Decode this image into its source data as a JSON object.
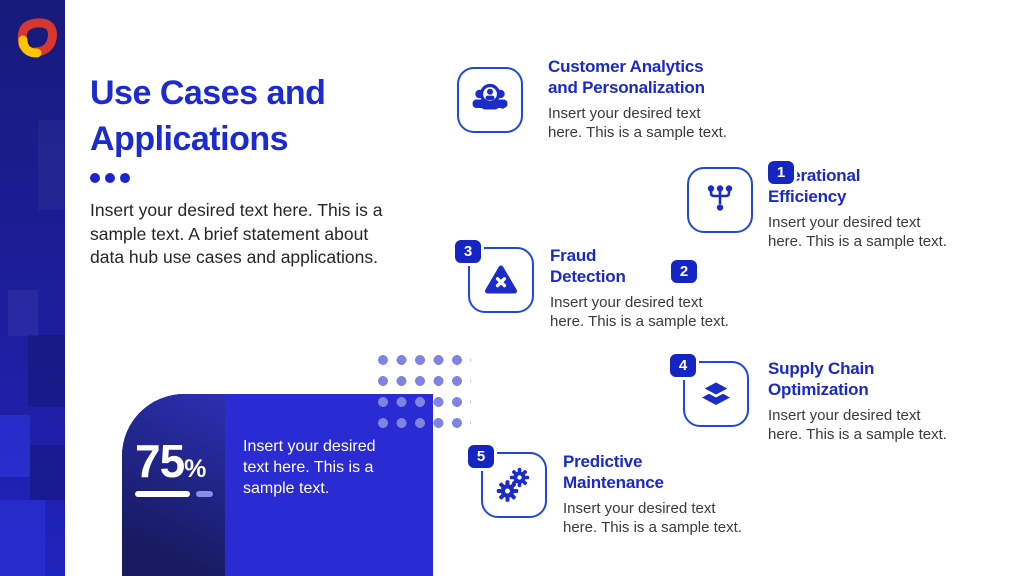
{
  "slide": {
    "header": {
      "title": "Use Cases and\nApplications",
      "intro": "Insert your desired text here. This is a\nsample text. A brief statement about\ndata hub use cases and applications."
    },
    "stat_card": {
      "value": "75",
      "unit": "%",
      "text": "Insert your desired\ntext here. This is a\nsample text."
    },
    "use_cases": [
      {
        "number": "1",
        "title": "Customer Analytics\nand Personalization",
        "description": "Insert your desired text\nhere. This is a sample text.",
        "icon": "customer-analytics-icon"
      },
      {
        "number": "2",
        "title": "Operational\nEfficiency",
        "description": "Insert your desired text\nhere. This is a sample text.",
        "icon": "org-hierarchy-icon"
      },
      {
        "number": "3",
        "title": "Fraud\nDetection",
        "description": "Insert your desired text\nhere. This is a sample text.",
        "icon": "warning-triangle-icon"
      },
      {
        "number": "4",
        "title": "Supply Chain\nOptimization",
        "description": "Insert your desired text\nhere. This is a sample text.",
        "icon": "layers-icon"
      },
      {
        "number": "5",
        "title": "Predictive\nMaintenance",
        "description": "Insert your desired text\nhere. This is a sample text.",
        "icon": "gears-icon"
      }
    ],
    "colors": {
      "accent_blue": "#1c2ad2",
      "icon_blue": "#1b2cc9",
      "icon_border_blue": "#2149d8",
      "badge_blue": "#1425c4",
      "card_blue": "#2a2bd2",
      "card_dark_blue": "#171a5e",
      "dots_purple": "#7f83e2",
      "logo_red": "#d7372f",
      "logo_yellow": "#fdc502"
    }
  }
}
